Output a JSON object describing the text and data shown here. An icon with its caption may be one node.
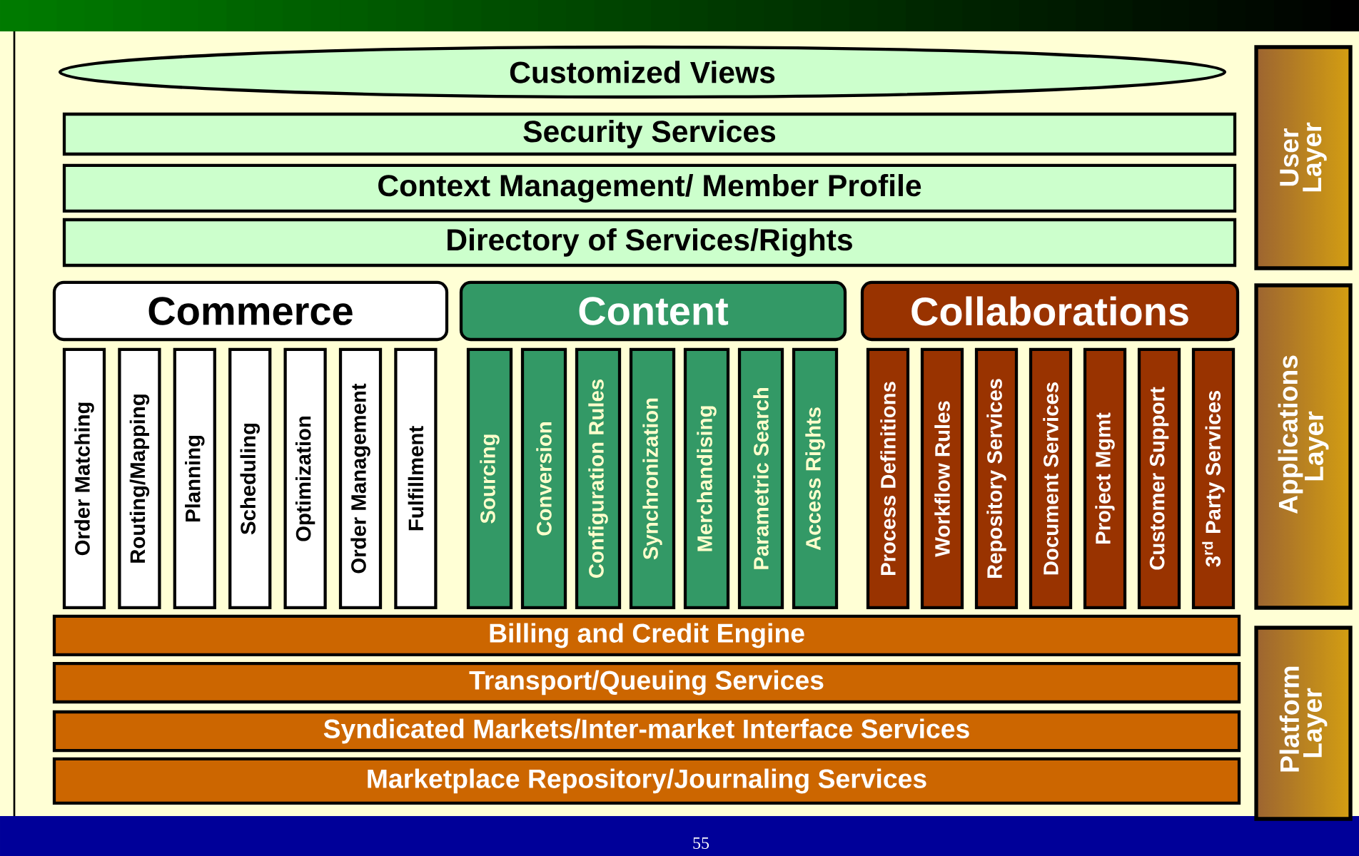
{
  "diagram": {
    "nodes": [
      {
        "text": [
          "Customized Views"
        ]
      },
      {
        "text": [
          "Security Services"
        ]
      },
      {
        "text": [
          "Context Management/ Member Profile"
        ]
      },
      {
        "text": [
          "Directory of Services/Rights"
        ]
      },
      {
        "text": [
          "Commerce"
        ]
      },
      {
        "text": [
          "Content"
        ]
      },
      {
        "text": [
          "Collaborations"
        ]
      },
      {
        "text": [
          "Order Matching"
        ]
      },
      {
        "text": [
          "Routing/Mapping"
        ]
      },
      {
        "text": [
          "Planning"
        ]
      },
      {
        "text": [
          "Scheduling"
        ]
      },
      {
        "text": [
          "Optimization"
        ]
      },
      {
        "text": [
          "Order Management"
        ]
      },
      {
        "text": [
          "Fulfillment"
        ]
      },
      {
        "text": [
          "Sourcing"
        ]
      },
      {
        "text": [
          "Conversion"
        ]
      },
      {
        "text": [
          "Configuration Rules"
        ]
      },
      {
        "text": [
          "Synchronization"
        ]
      },
      {
        "text": [
          "Merchandising"
        ]
      },
      {
        "text": [
          "Parametric Search"
        ]
      },
      {
        "text": [
          "Access Rights"
        ]
      },
      {
        "text": [
          "Process Definitions"
        ]
      },
      {
        "text": [
          "Workflow Rules"
        ]
      },
      {
        "text": [
          "Repository Services"
        ]
      },
      {
        "text": [
          "Document Services"
        ]
      },
      {
        "text": [
          "Project Mgmt"
        ]
      },
      {
        "text": [
          "Customer Support"
        ]
      },
      {
        "text": [
          "3$^{rd}$ Party Services"
        ]
      },
      {
        "text": [
          "Billing and Credit Engine"
        ]
      },
      {
        "text": [
          "Transport/Queuing Services"
        ]
      },
      {
        "text": [
          "Syndicated Markets/Inter-market Interface Services"
        ]
      },
      {
        "text": [
          "Marketplace Repository/Journaling Services"
        ]
      },
      {
        "text": [
          "User Layer"
        ]
      },
      {
        "text": [
          "Applications Layer"
        ]
      },
      {
        "text": [
          "Platform Layer"
        ]
      }
    ],
    "labels": [
      "55"
    ]
  }
}
